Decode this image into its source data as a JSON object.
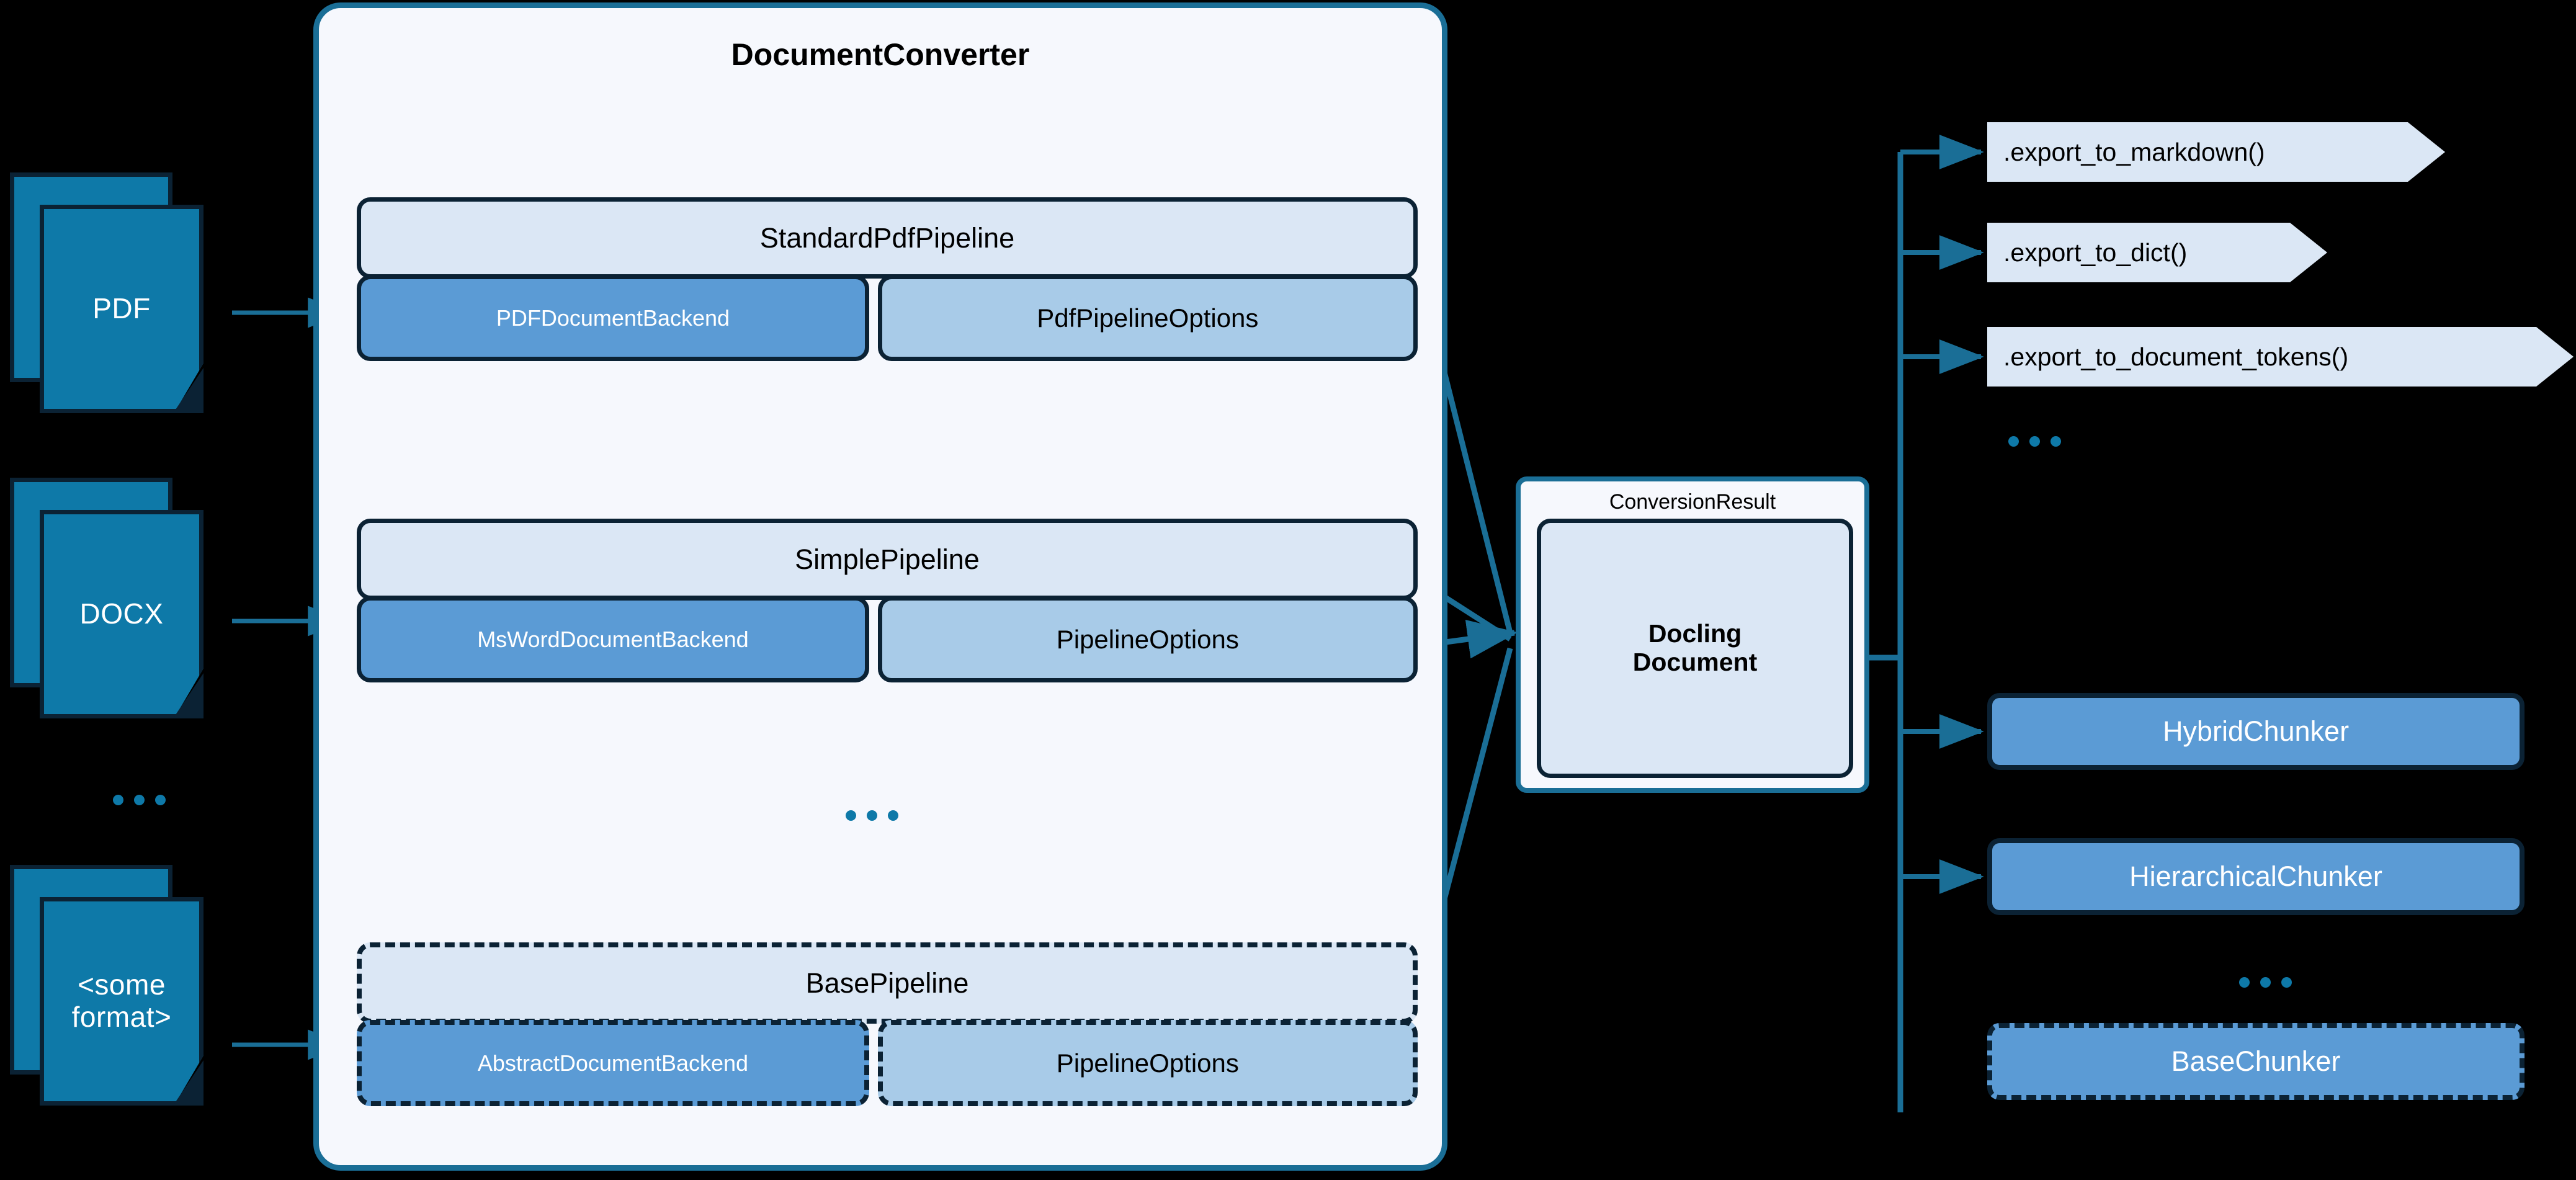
{
  "inputs": {
    "documents": [
      {
        "label": "PDF",
        "name": "pdf"
      },
      {
        "label": "DOCX",
        "name": "docx"
      },
      {
        "label": "<some\nformat>",
        "name": "some-format"
      }
    ],
    "ellipsis": "..."
  },
  "converter": {
    "title": "DocumentConverter",
    "ellipsis": "...",
    "pipelines": [
      {
        "name": "standard-pdf",
        "head": "StandardPdfPipeline",
        "backend": "PDFDocumentBackend",
        "options": "PdfPipelineOptions",
        "dashed": false
      },
      {
        "name": "simple",
        "head": "SimplePipeline",
        "backend": "MsWordDocumentBackend",
        "options": "PipelineOptions",
        "dashed": false
      },
      {
        "name": "base",
        "head": "BasePipeline",
        "backend": "AbstractDocumentBackend",
        "options": "PipelineOptions",
        "dashed": true
      }
    ]
  },
  "result": {
    "label": "ConversionResult",
    "document": "Docling\nDocument"
  },
  "exports": {
    "items": [
      {
        "label": ".export_to_markdown()",
        "name": "export-to-markdown"
      },
      {
        "label": ".export_to_dict()",
        "name": "export-to-dict"
      },
      {
        "label": ".export_to_document_tokens()",
        "name": "export-to-document-tokens"
      }
    ],
    "ellipsis": "..."
  },
  "chunkers": {
    "items": [
      {
        "label": "HybridChunker",
        "name": "hybrid-chunker",
        "dashed": false
      },
      {
        "label": "HierarchicalChunker",
        "name": "hierarchical-chunker",
        "dashed": false
      },
      {
        "label": "BaseChunker",
        "name": "base-chunker",
        "dashed": true
      }
    ],
    "ellipsis": "..."
  },
  "colors": {
    "background": "#000000",
    "panel_fill": "#f6f8fd",
    "panel_border": "#1a6e96",
    "pipeline_fill": "#dbe7f5",
    "backend_fill": "#5b9bd5",
    "options_fill": "#a8cbe8",
    "node_border": "#0b2234",
    "doc_fill": "#0e79a8",
    "wire": "#1a6e96"
  }
}
